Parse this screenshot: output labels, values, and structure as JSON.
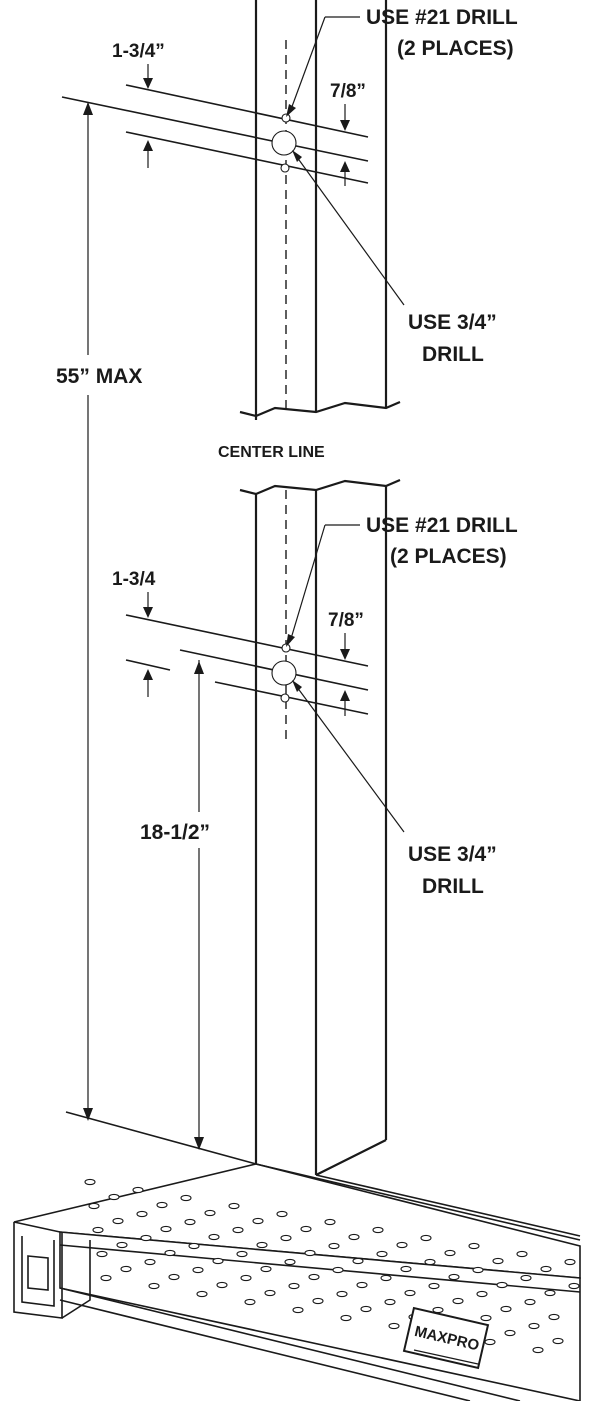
{
  "labels": {
    "top_small_drill": "USE #21 DRILL",
    "top_small_drill_places": "(2 PLACES)",
    "top_offset": "1-3/4”",
    "top_spacing": "7/8”",
    "top_large_drill": "USE 3/4”",
    "top_large_drill_2": "DRILL",
    "max_height": "55” MAX",
    "center_line": "CENTER LINE",
    "bottom_small_drill": "USE #21 DRILL",
    "bottom_small_drill_places": "(2 PLACES)",
    "bottom_offset": "1-3/4",
    "bottom_spacing": "7/8”",
    "bottom_large_drill": "USE 3/4”",
    "bottom_large_drill_2": "DRILL",
    "lower_height": "18-1/2”"
  },
  "logo": {
    "brand": "MAXPRO"
  },
  "colors": {
    "ink": "#1a1a1a",
    "paper": "#ffffff"
  }
}
